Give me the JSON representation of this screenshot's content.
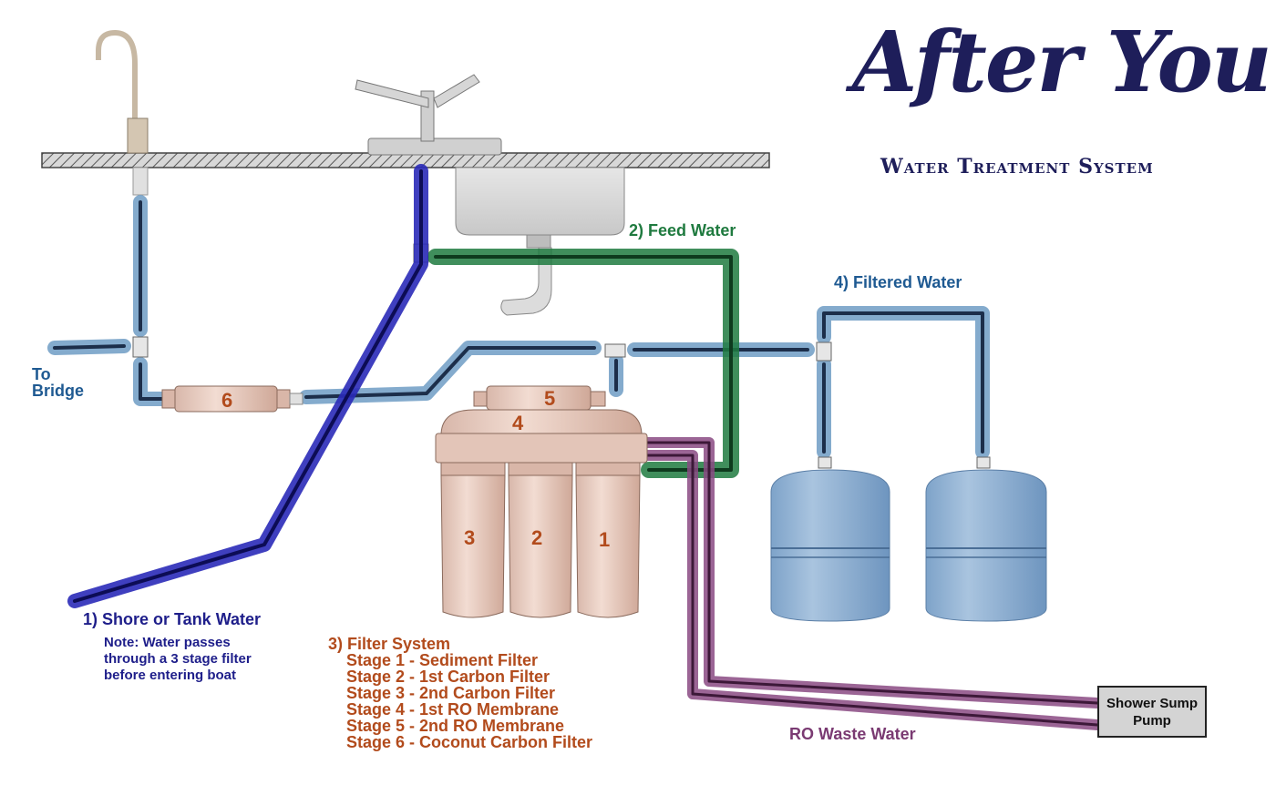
{
  "title": "After You",
  "subtitle": "Water Treatment System",
  "labels": {
    "shore_water": "1) Shore or Tank Water",
    "shore_note": [
      "Note:  Water passes",
      "through a 3 stage filter",
      "before entering boat"
    ],
    "feed_water": "2) Feed Water",
    "filter_system": "3) Filter System",
    "stages": [
      "Stage 1 - Sediment Filter",
      "Stage 2 - 1st Carbon Filter",
      "Stage 3 - 2nd Carbon Filter",
      "Stage 4 - 1st RO Membrane",
      "Stage 5 - 2nd RO Membrane",
      "Stage 6 - Coconut Carbon Filter"
    ],
    "filtered_water": "4) Filtered Water",
    "to_bridge": [
      "To",
      "Bridge"
    ],
    "ro_waste": "RO Waste Water",
    "pump": [
      "Shower Sump",
      "Pump"
    ]
  },
  "filter_numbers": {
    "canister_1": "1",
    "canister_2": "2",
    "canister_3": "3",
    "membrane_4": "4",
    "membrane_5": "5",
    "inline_6": "6"
  },
  "colors": {
    "shore_line": "#2a2ab8",
    "feed_line": "#1f7a3f",
    "filtered_line": "#6f9cc4",
    "waste_line": "#8a4a82",
    "label_blue": "#1f5a92",
    "label_green": "#1f7a3f",
    "label_orange": "#b24b1c",
    "label_navy": "#1e1e8a",
    "title": "#1e1e5a",
    "tank": "#8fb1d4",
    "filter_body": "#e9cfc4"
  }
}
